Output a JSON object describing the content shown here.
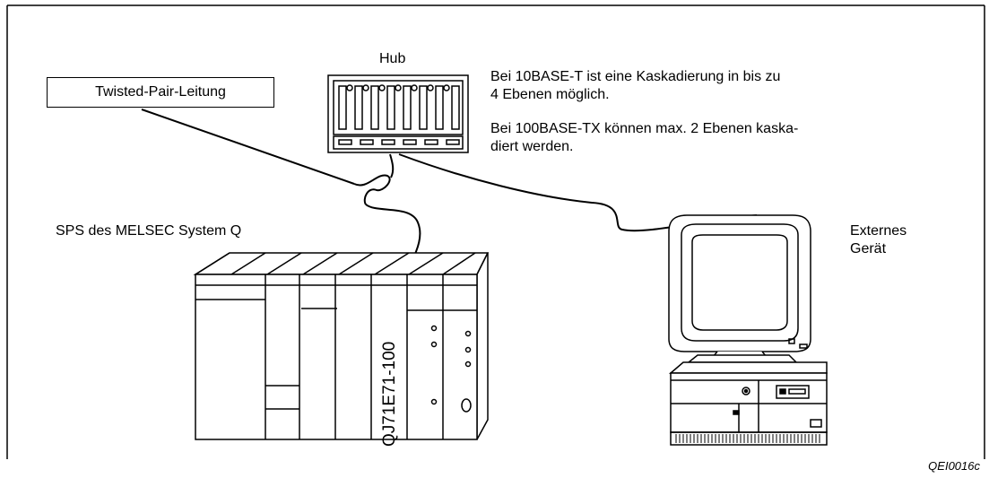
{
  "diagram": {
    "cable_label": "Twisted-Pair-Leitung",
    "hub_label": "Hub",
    "note_line1a": "Bei 10BASE-T ist eine Kaskadierung in bis zu",
    "note_line1b": "4 Ebenen möglich.",
    "note_line2a": "Bei 100BASE-TX können max. 2 Ebenen kaska-",
    "note_line2b": "diert werden.",
    "plc_label": "SPS des MELSEC System Q",
    "module_label": "QJ71E71-100",
    "device_label_1": "Externes",
    "device_label_2": "Gerät",
    "figure_code": "QEI0016c"
  }
}
